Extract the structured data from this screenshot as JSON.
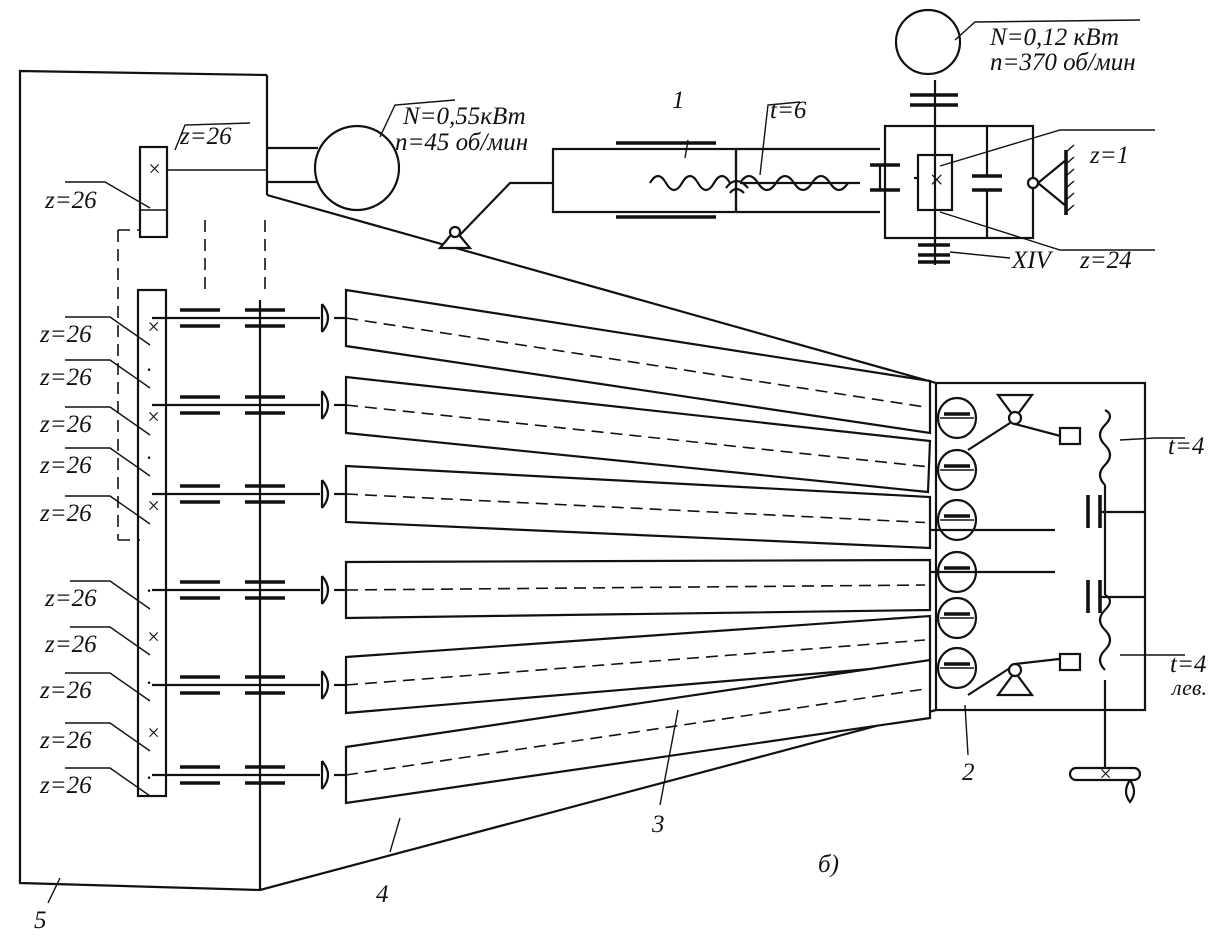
{
  "labels": {
    "motor_main_power": "N=0,55кВт",
    "motor_main_speed": "n=45 об/мин",
    "motor_small_power": "N=0,12 кВт",
    "motor_small_speed": "n=370 об/мин",
    "pitch_top": "t=6",
    "worm_z": "z=1",
    "wheel_z": "z=24",
    "shaft_roman": "XIV",
    "pitch_right_1": "t=4",
    "pitch_right_2": "t=4",
    "pitch_right_2_note": "лев.",
    "gear_top_a": "z=26",
    "gear_top_b": "z=26",
    "gear_stack": [
      "z=26",
      "z=26",
      "z=26",
      "z=26",
      "z=26",
      "z=26",
      "z=26",
      "z=26",
      "z=26",
      "z=26"
    ],
    "part_1": "1",
    "part_2": "2",
    "part_3": "3",
    "part_4": "4",
    "part_5": "5",
    "figure_letter": "б)"
  }
}
